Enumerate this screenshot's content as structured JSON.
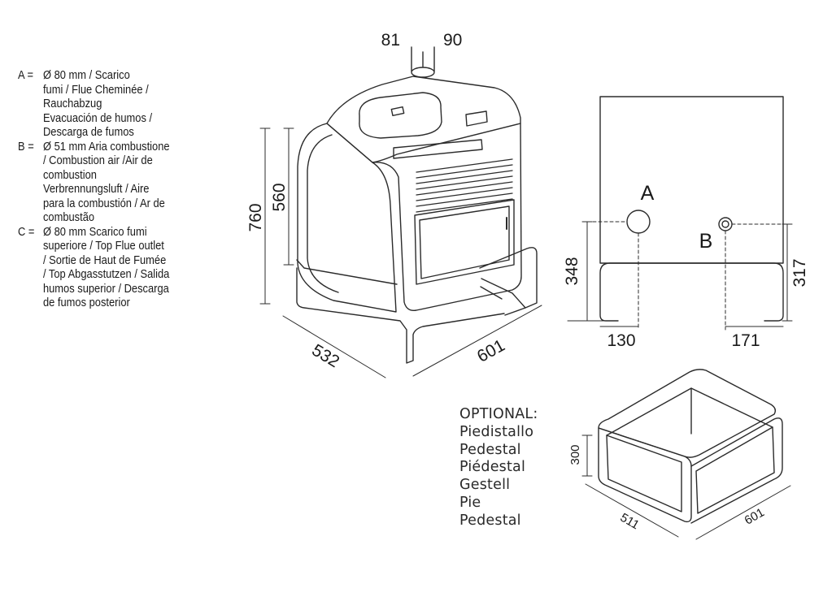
{
  "legend": [
    {
      "key": "A =",
      "lines": [
        "Ø 80 mm / Scarico",
        "fumi / Flue Cheminée /",
        "Rauchabzug",
        "Evacuación de humos /",
        "Descarga de fumos"
      ]
    },
    {
      "key": "B =",
      "lines": [
        "Ø 51 mm Aria combustione",
        "/ Combustion air /Air de",
        "combustion",
        "Verbrennungsluft / Aire",
        "para la combustión / Ar de",
        "combustão"
      ]
    },
    {
      "key": "C =",
      "lines": [
        "Ø 80 mm Scarico fumi",
        "superiore / Top Flue outlet",
        "/ Sortie de Haut de Fumée",
        "/ Top Abgasstutzen / Salida",
        "humos superior / Descarga",
        "de fumos posterior"
      ]
    }
  ],
  "stove_3d": {
    "dim_top_left": "81",
    "dim_top_right": "90",
    "dim_height_total": "760",
    "dim_height_body": "560",
    "dim_depth": "532",
    "dim_width": "601"
  },
  "rear_view": {
    "label_a": "A",
    "label_b": "B",
    "dim_a_height": "348",
    "dim_b_height": "317",
    "dim_a_offset": "130",
    "dim_b_offset": "171"
  },
  "pedestal": {
    "lines": [
      "OPTIONAL:",
      "Piedistallo",
      "Pedestal",
      "Piédestal",
      "Gestell",
      "Pie",
      "Pedestal"
    ],
    "dim_height": "300",
    "dim_depth": "511",
    "dim_width": "601"
  }
}
